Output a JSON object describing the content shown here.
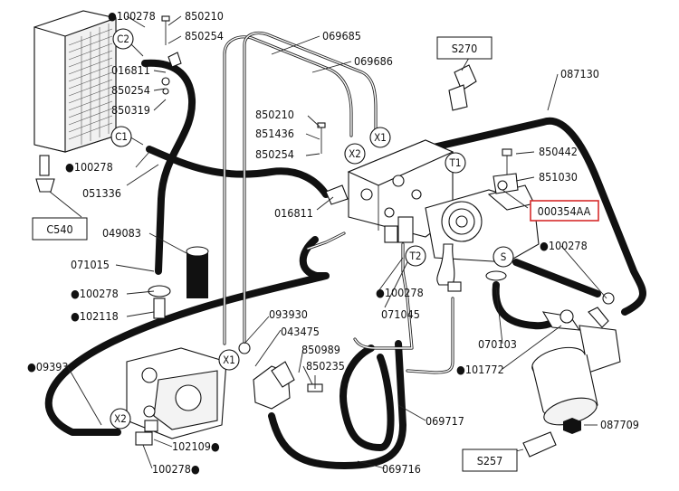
{
  "labels": {
    "l100278a": "●100278",
    "l850210a": "850210",
    "l850254a": "850254",
    "l069685": "069685",
    "l069686": "069686",
    "l016811a": "016811",
    "l850254b": "850254",
    "l850319": "850319",
    "lC2": "C2",
    "lC1": "C1",
    "l100278b": "●100278",
    "l051336": "051336",
    "l850210b": "850210",
    "l851436": "851436",
    "l850254c": "850254",
    "lX2a": "X2",
    "lX1a": "X1",
    "l016811b": "016811",
    "l049083": "049083",
    "l071015": "071015",
    "l100278c": "●100278",
    "l102118": "●102118",
    "l087130": "087130",
    "l850442": "850442",
    "l851030": "851030",
    "lT1": "T1",
    "lT2": "T2",
    "lS": "S",
    "l100278d": "●100278",
    "l100278e": "●100278",
    "l071045": "071045",
    "l093930a": "093930",
    "l043475": "043475",
    "l850989": "850989",
    "l850235": "850235",
    "l093930b": "●093930",
    "lX1b": "X1",
    "lX2b": "X2",
    "l070103": "070103",
    "l101772": "●101772",
    "l069717": "069717",
    "l087709": "087709",
    "l102109": "102109●",
    "l100278f": "100278●",
    "l069716": "069716"
  },
  "boxes": {
    "s270": "S270",
    "c540": "C540",
    "s257": "S257",
    "highlight": "000354AA"
  },
  "colors": {
    "ink": "#111111",
    "highlight": "#d62b2b",
    "background": "#ffffff"
  }
}
